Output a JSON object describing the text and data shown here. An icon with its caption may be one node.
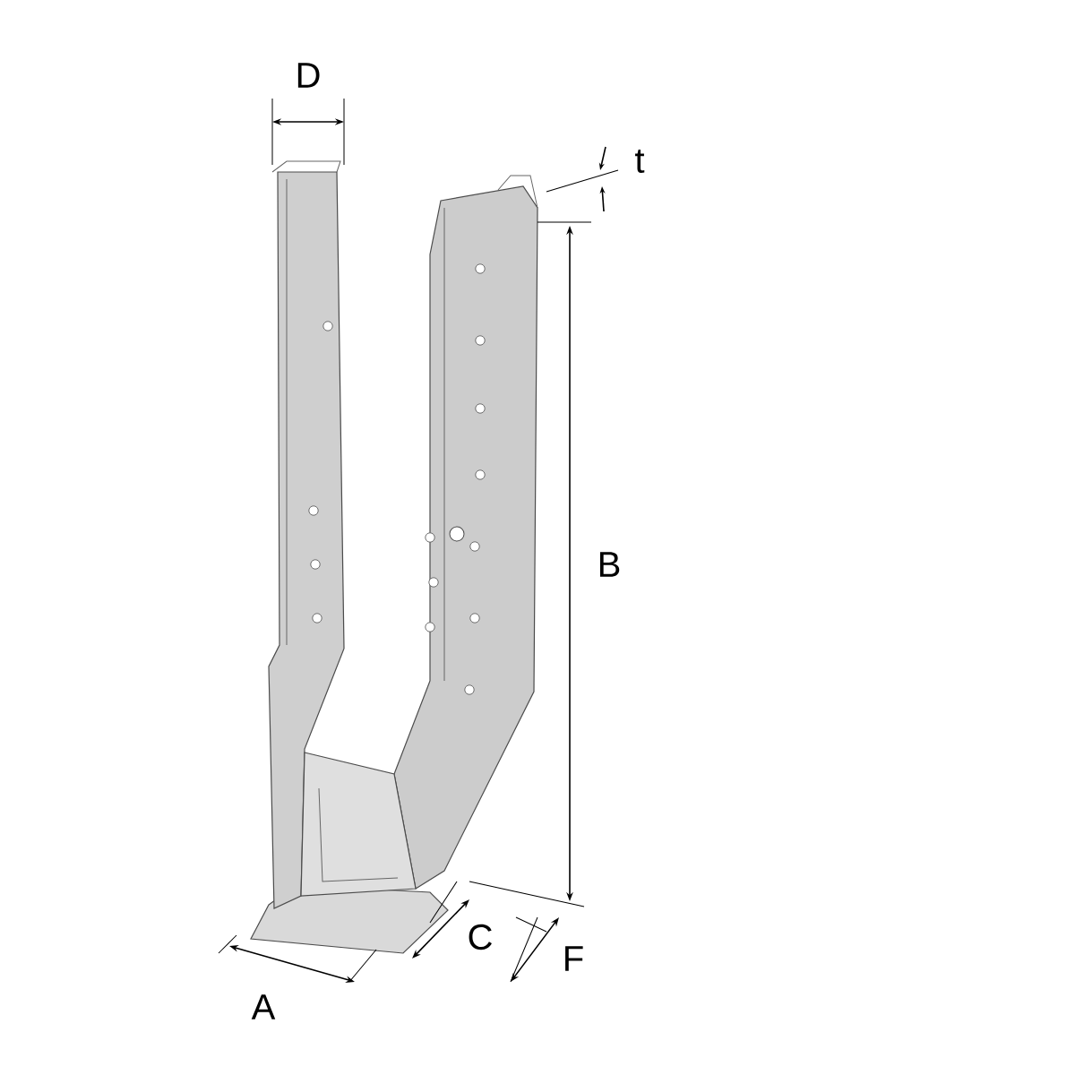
{
  "diagram": {
    "labels": [
      "D",
      "t",
      "B",
      "C",
      "F",
      "A"
    ]
  }
}
